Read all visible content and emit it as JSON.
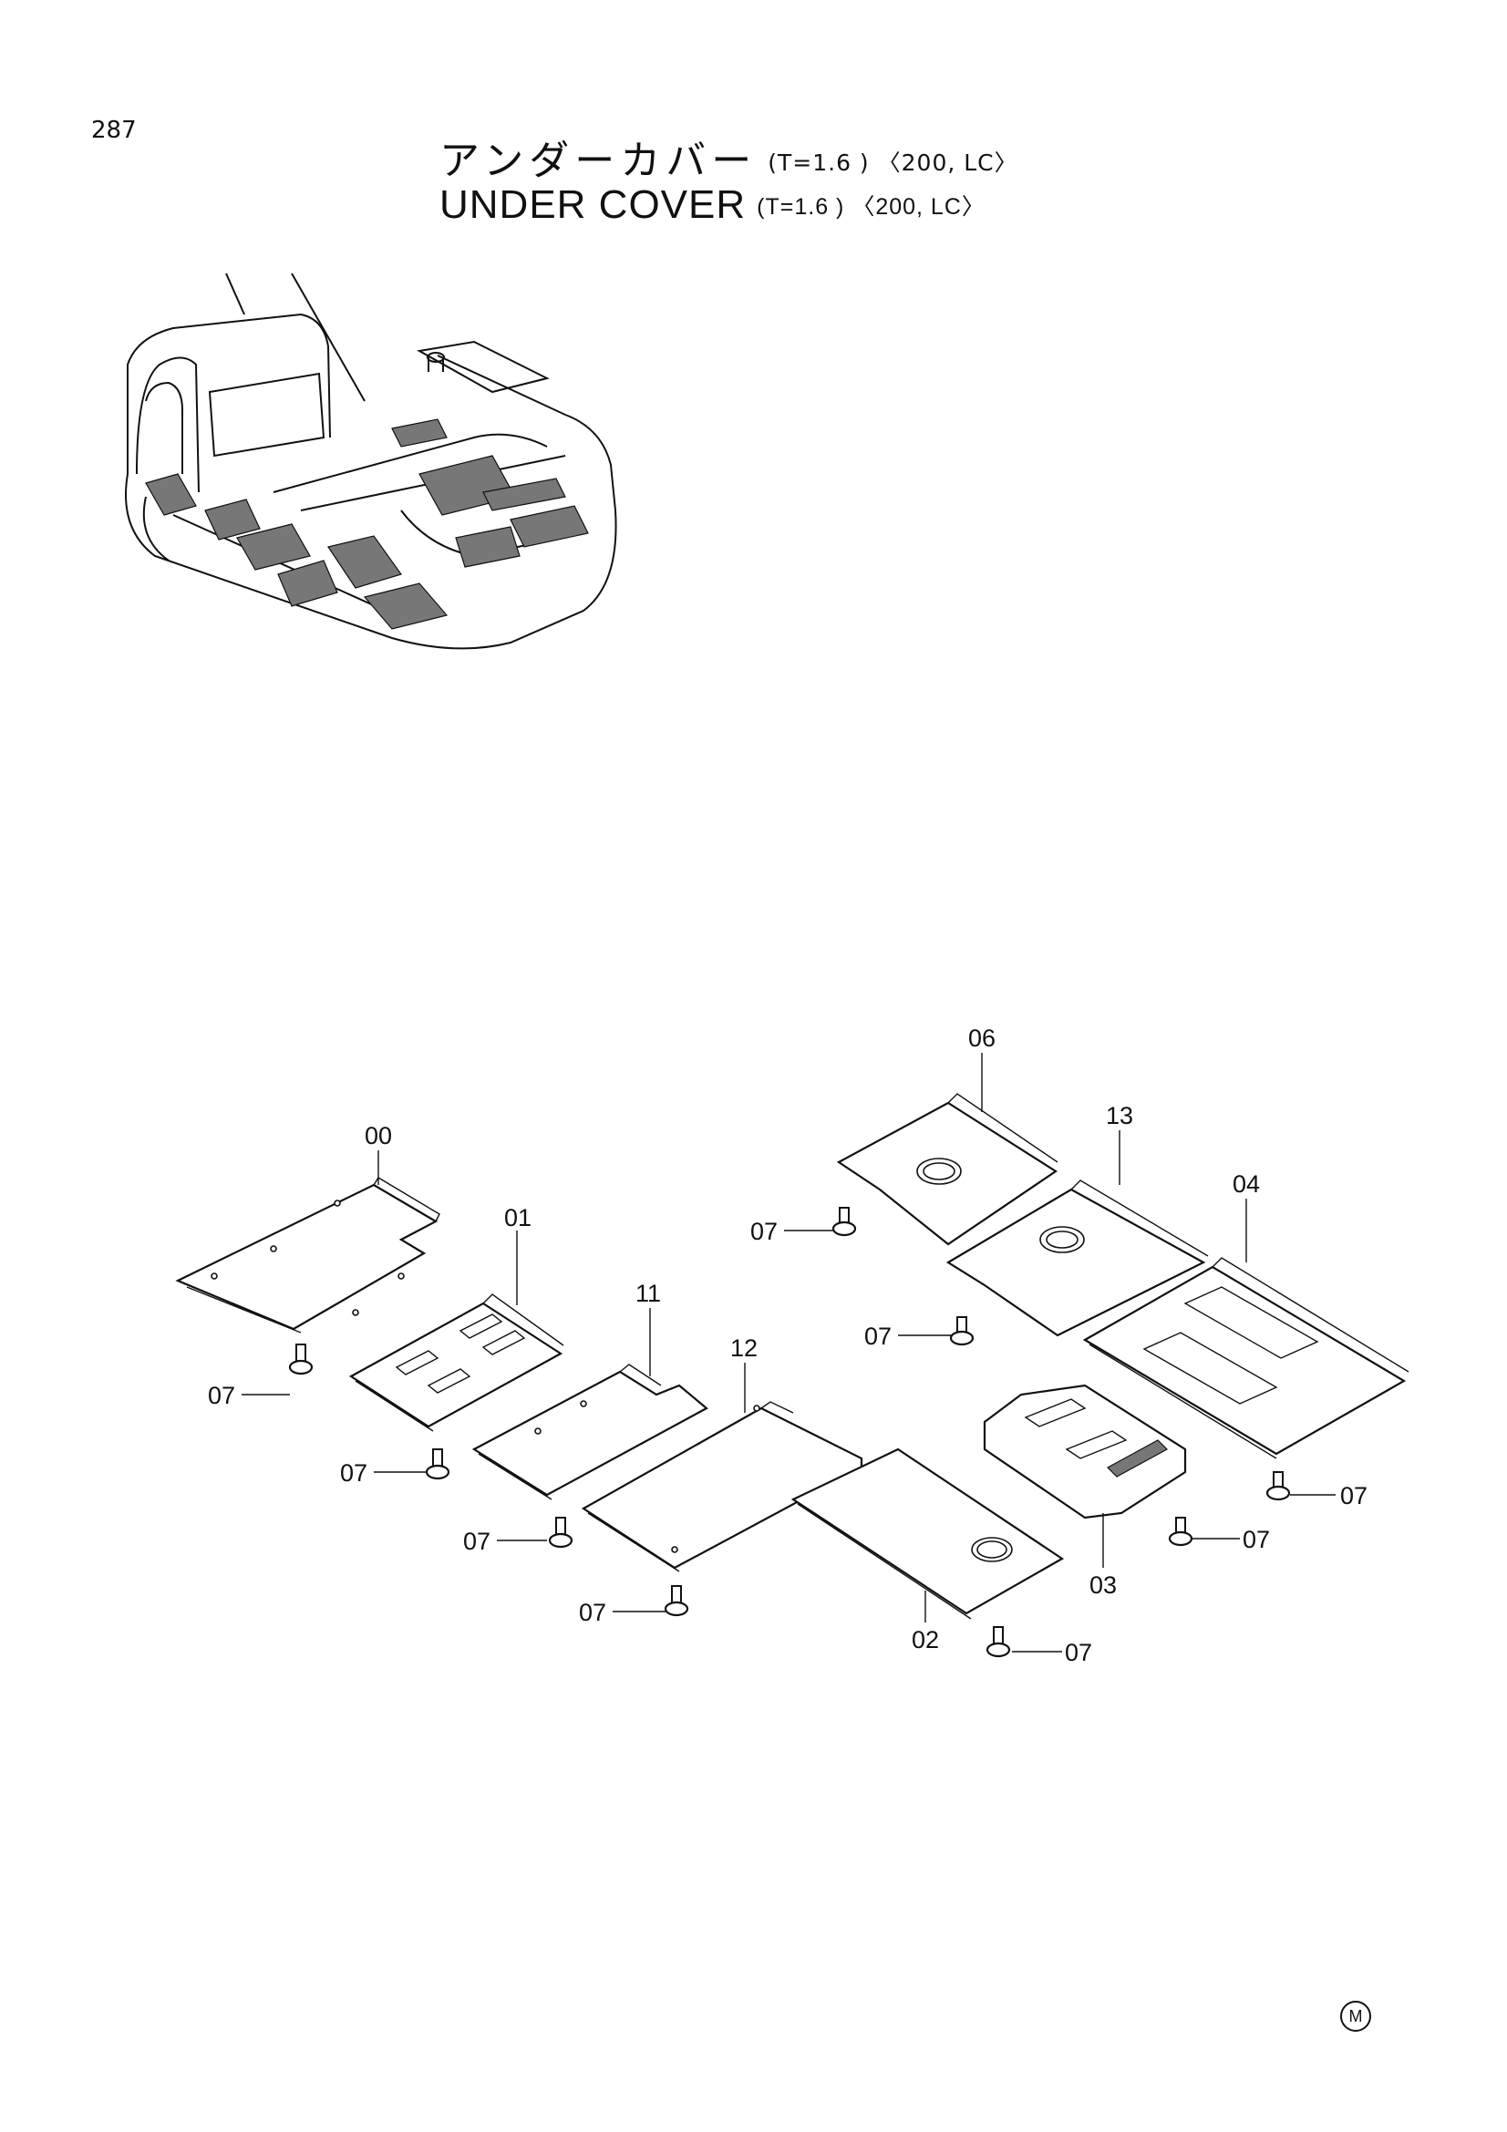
{
  "page": {
    "number": "287",
    "title_jp": "アンダーカバー",
    "title_en": "UNDER COVER",
    "spec_jp": "(T=1.6 ) 〈200, LC〉",
    "spec_en": "(T=1.6 ) 〈200,  LC〉",
    "manufacturer_mark": "M"
  },
  "callouts": {
    "c00": "00",
    "c01": "01",
    "c02": "02",
    "c03": "03",
    "c04": "04",
    "c06": "06",
    "c11": "11",
    "c12": "12",
    "c13": "13",
    "c07": "07"
  }
}
